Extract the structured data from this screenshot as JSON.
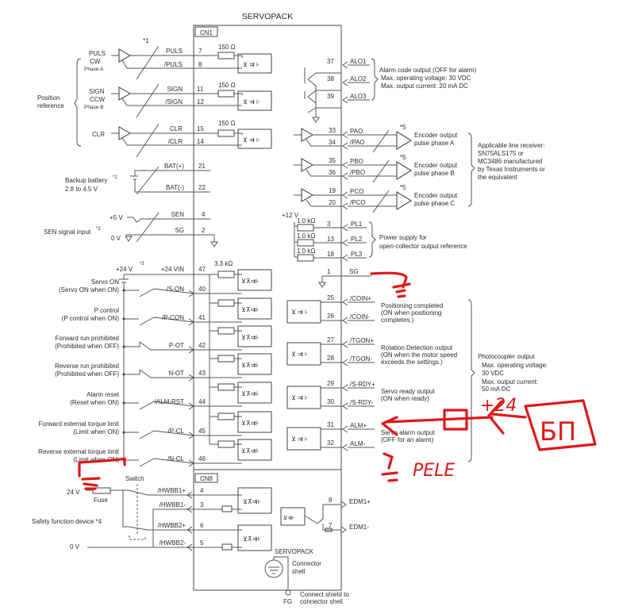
{
  "title": "SERVOPACK",
  "connectors": {
    "cn1": "CN1",
    "cn8": "CN8"
  },
  "footnotes": {
    "n1": "*1",
    "n2": "*2",
    "n3": "*3",
    "n5": "*5"
  },
  "left_inputs": {
    "position_reference": [
      "Position",
      "reference"
    ],
    "puls": {
      "src": "PULS",
      "mode": "CW",
      "phase": "Phase A",
      "sig": "PULS",
      "nsig": "/PULS",
      "pin": "7",
      "npin": "8",
      "res": "150 Ω"
    },
    "sign": {
      "src": "SIGN",
      "mode": "CCW",
      "phase": "Phase B",
      "sig": "SIGN",
      "nsig": "/SIGN",
      "pin": "11",
      "npin": "12",
      "res": "150 Ω"
    },
    "clr": {
      "src": "CLR",
      "sig": "CLR",
      "nsig": "/CLR",
      "pin": "15",
      "npin": "14",
      "res": "150 Ω"
    },
    "battery": {
      "label": "Backup battery",
      "note": "*2",
      "range": "2.8 to 4.5 V",
      "pos": "BAT(+)",
      "neg": "BAT(-)",
      "pin_pos": "21",
      "pin_neg": "22"
    },
    "sen": {
      "label": "SEN signal input",
      "note": "*2",
      "v5": "+5 V",
      "v0": "0 V",
      "sen": "SEN",
      "sg": "SG",
      "pin_sen": "4",
      "pin_sg": "2"
    },
    "supply": {
      "v24": "+24 V",
      "note": "*3",
      "vin": "+24 VIN",
      "pin": "47",
      "res": "3.3 kΩ"
    }
  },
  "seq_inputs": [
    {
      "desc1": "Servo ON",
      "desc2": "(Servo ON when ON)",
      "sig": "/S-ON",
      "pin": "40",
      "type": "no"
    },
    {
      "desc1": "P control",
      "desc2": "(P control when ON)",
      "sig": "/P-CON",
      "pin": "41",
      "type": "no"
    },
    {
      "desc1": "Forward run prohibited",
      "desc2": "(Prohibited when OFF)",
      "sig": "P-OT",
      "pin": "42",
      "type": "nc"
    },
    {
      "desc1": "Reverse run prohibited",
      "desc2": "(Prohibited when OFF)",
      "sig": "N-OT",
      "pin": "43",
      "type": "nc"
    },
    {
      "desc1": "Alarm reset",
      "desc2": "(Reset when ON)",
      "sig": "/ALM-RST",
      "pin": "44",
      "type": "no"
    },
    {
      "desc1": "Forward external torque limit",
      "desc2": "(Limit when ON)",
      "sig": "/P-CL",
      "pin": "45",
      "type": "no"
    },
    {
      "desc1": "Reverse external torque  limit",
      "desc2": "(Limit when ON)",
      "sig": "/N-CL",
      "pin": "46",
      "type": "no"
    }
  ],
  "safety": {
    "switch": "Switch",
    "v24": "24 V",
    "fuse": "Fuse",
    "device": "Safety function device *4",
    "v0": "0 V",
    "pins": [
      {
        "sig": "/HWBB1+",
        "pin": "4"
      },
      {
        "sig": "/HWBB1-",
        "pin": "3"
      },
      {
        "sig": "/HWBB2+",
        "pin": "6"
      },
      {
        "sig": "/HWBB2-",
        "pin": "5"
      }
    ],
    "edm": [
      {
        "sig": "EDM1+",
        "pin": "8"
      },
      {
        "sig": "EDM1-",
        "pin": "7"
      }
    ],
    "servopack": "SERVOPACK",
    "shell": [
      "Connector",
      "shell"
    ],
    "fg": "FG",
    "shield_note": [
      "Connect shield to",
      "connector shell."
    ]
  },
  "alarm_outputs": {
    "pins": [
      {
        "pin": "37",
        "sig": "ALO1"
      },
      {
        "pin": "38",
        "sig": "ALO2"
      },
      {
        "pin": "39",
        "sig": "ALO3"
      }
    ],
    "desc": [
      "Alarm code output (OFF for alarm)",
      "Max. operating voltage: 30 VDC",
      "Max. output current: 20 mA DC"
    ]
  },
  "encoder_outputs": {
    "channels": [
      {
        "p": "PAO",
        "n": "/PAO",
        "pp": "33",
        "np": "34",
        "desc1": "Encoder output",
        "desc2": "pulse phase A"
      },
      {
        "p": "PBO",
        "n": "/PBO",
        "pp": "35",
        "np": "36",
        "desc1": "Encoder output",
        "desc2": "pulse phase B"
      },
      {
        "p": "PCO",
        "n": "/PCO",
        "pp": "19",
        "np": "20",
        "desc1": "Encoder output",
        "desc2": "pulse phase C"
      }
    ],
    "receiver": [
      "Applicable line receiver:",
      "SN75ALS175 or",
      "MC3486 manufactured",
      "by Texas Instruments or",
      "the equivalent"
    ]
  },
  "pl_supply": {
    "v12": "+12 V",
    "rows": [
      {
        "res": "1.0 kΩ",
        "pin": "3",
        "sig": "PL1"
      },
      {
        "res": "1.0 kΩ",
        "pin": "13",
        "sig": "PL2"
      },
      {
        "res": "1.0 kΩ",
        "pin": "18",
        "sig": "PL3"
      }
    ],
    "desc": [
      "Power supply for",
      "open-collector output reference"
    ],
    "sg": {
      "pin": "1",
      "sig": "SG"
    }
  },
  "photo_outputs": {
    "items": [
      {
        "p": "/COIN+",
        "n": "/COIN-",
        "pp": "25",
        "np": "26",
        "desc": [
          "Positioning completed",
          "(ON when positioning",
          "completes.)"
        ]
      },
      {
        "p": "/TGON+",
        "n": "/TGON-",
        "pp": "27",
        "np": "28",
        "desc": [
          "Rotation Detection output",
          "(ON when the motor speed",
          "exceeds the settings.)"
        ]
      },
      {
        "p": "/S-RDY+",
        "n": "/S-RDY-",
        "pp": "29",
        "np": "30",
        "desc": [
          "Servo ready output",
          "(ON when ready)"
        ]
      },
      {
        "p": "ALM+",
        "n": "ALM-",
        "pp": "31",
        "np": "32",
        "desc": [
          "Servo alarm output",
          "(OFF for an alarm)"
        ]
      }
    ],
    "spec": [
      "Photocoupler output",
      "Max. operating voltage:",
      "30 VDC",
      "Max. output current:",
      "50 mA DC"
    ]
  },
  "annotations": {
    "plus24": "+24",
    "relay": "РЕLЕ",
    "psu": "БП",
    "color": "#e01818"
  }
}
